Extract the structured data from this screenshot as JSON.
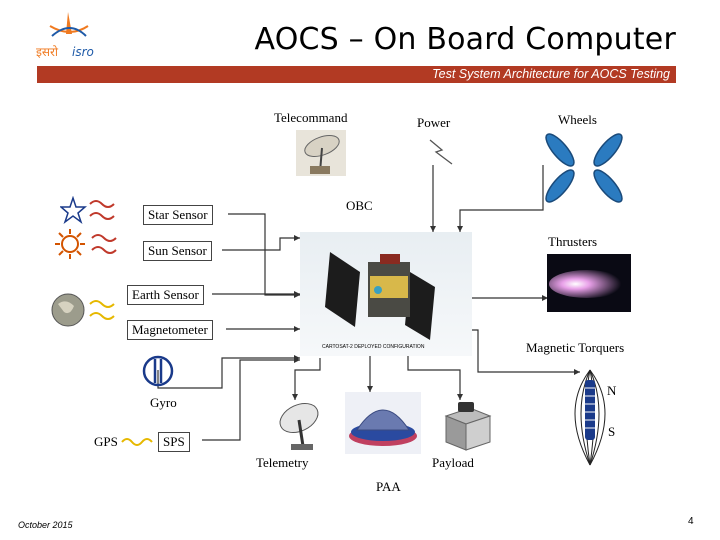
{
  "header": {
    "title": "AOCS – On Board Computer",
    "subtitle": "Test System Architecture for AOCS Testing",
    "brand_color": "#b23a23"
  },
  "logo": {
    "icon": "isro-logo-icon",
    "text": "इसरो isro"
  },
  "diagram": {
    "top_labels": {
      "telecommand": "Telecommand",
      "power": "Power",
      "wheels": "Wheels"
    },
    "center": {
      "obc": "OBC",
      "caption": "CARTOSAT-2 DEPLOYED CONFIGURATION"
    },
    "sensors": {
      "star": "Star Sensor",
      "sun": "Sun Sensor",
      "earth": "Earth Sensor",
      "magnetometer": "Magnetometer",
      "gyro": "Gyro",
      "gps": "GPS",
      "sps": "SPS"
    },
    "actuators": {
      "thrusters": "Thrusters",
      "torquers": "Magnetic Torquers",
      "north": "N",
      "south": "S"
    },
    "bottom": {
      "telemetry": "Telemetry",
      "payload": "Payload",
      "paa": "PAA"
    }
  },
  "footer": {
    "date": "October 2015",
    "page": "4"
  }
}
